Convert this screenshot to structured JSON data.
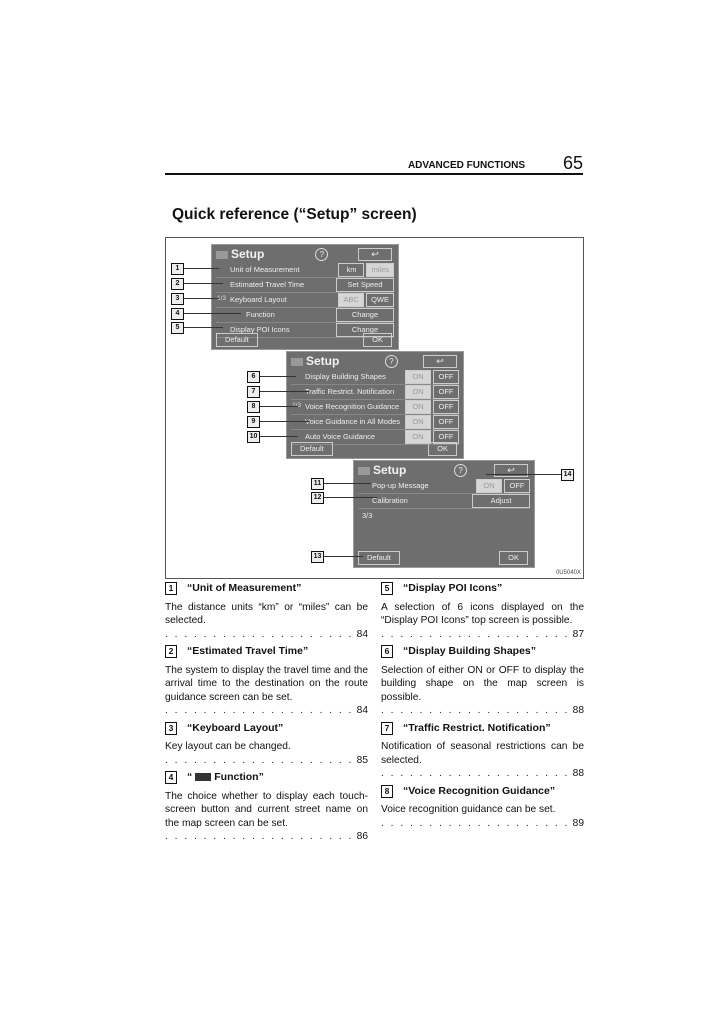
{
  "header": {
    "section": "ADVANCED FUNCTIONS",
    "page_number": "65"
  },
  "title": "Quick reference (“Setup” screen)",
  "figure": {
    "image_code": "0U5040X",
    "screens": [
      {
        "title": "Setup",
        "help": "?",
        "back": "↩",
        "rows": [
          {
            "label": "Unit of Measurement",
            "buttons": [
              {
                "t": "km",
                "sel": false
              },
              {
                "t": "miles",
                "sel": true
              }
            ]
          },
          {
            "label": "Estimated Travel Time",
            "buttons": [
              {
                "t": "Set Speed",
                "wide": true
              }
            ]
          },
          {
            "label": "Keyboard Layout",
            "buttons": [
              {
                "t": "ABC",
                "sel": true
              },
              {
                "t": "QWE"
              }
            ]
          },
          {
            "label": "Function",
            "buttons": [
              {
                "t": "Change",
                "wide": true
              }
            ]
          },
          {
            "label": "Display POI Icons",
            "buttons": [
              {
                "t": "Change",
                "wide": true
              }
            ]
          }
        ],
        "page": "1/3",
        "default": "Default",
        "ok": "OK"
      },
      {
        "title": "Setup",
        "help": "?",
        "back": "↩",
        "rows": [
          {
            "label": "Display Building Shapes",
            "buttons": [
              {
                "t": "ON",
                "sel": true
              },
              {
                "t": "OFF"
              }
            ]
          },
          {
            "label": "Traffic Restrict. Notification",
            "buttons": [
              {
                "t": "ON",
                "sel": true
              },
              {
                "t": "OFF"
              }
            ]
          },
          {
            "label": "Voice Recognition Guidance",
            "buttons": [
              {
                "t": "ON",
                "sel": true
              },
              {
                "t": "OFF"
              }
            ]
          },
          {
            "label": "Voice Guidance in All Modes",
            "buttons": [
              {
                "t": "ON",
                "sel": true
              },
              {
                "t": "OFF"
              }
            ]
          },
          {
            "label": "Auto Voice Guidance",
            "buttons": [
              {
                "t": "ON",
                "sel": true
              },
              {
                "t": "OFF"
              }
            ]
          }
        ],
        "page": "2/3",
        "default": "Default",
        "ok": "OK"
      },
      {
        "title": "Setup",
        "help": "?",
        "back": "↩",
        "rows": [
          {
            "label": "Pop-up Message",
            "buttons": [
              {
                "t": "ON",
                "sel": true
              },
              {
                "t": "OFF"
              }
            ]
          },
          {
            "label": "Calibration",
            "buttons": [
              {
                "t": "Adjust",
                "wide": true
              }
            ]
          }
        ],
        "page": "3/3",
        "default": "Default",
        "ok": "OK"
      }
    ],
    "callouts": [
      "1",
      "2",
      "3",
      "4",
      "5",
      "6",
      "7",
      "8",
      "9",
      "10",
      "11",
      "12",
      "13",
      "14"
    ]
  },
  "items_left": [
    {
      "num": "1",
      "title": "“Unit of Measurement”",
      "body": "The distance units “km” or “miles” can be selected.",
      "page": "84"
    },
    {
      "num": "2",
      "title": "“Estimated Travel Time”",
      "body": "The system to display the travel time and the arrival time to the destination on the route guidance screen can be set.",
      "page": "84"
    },
    {
      "num": "3",
      "title": "“Keyboard Layout”",
      "body": "Key layout can be changed.",
      "page": "85"
    },
    {
      "num": "4",
      "title": "Function”",
      "title_prefix": "“",
      "body": "The choice whether to display each touch-screen button and current street name on the map screen can be set.",
      "page": "86"
    }
  ],
  "items_right": [
    {
      "num": "5",
      "title": "“Display POI Icons”",
      "body": "A selection of 6 icons displayed on the “Display POI Icons” top screen is possible.",
      "page": "87"
    },
    {
      "num": "6",
      "title": "“Display Building Shapes”",
      "body": "Selection of either ON or OFF to display the building shape on the map screen is possible.",
      "page": "88"
    },
    {
      "num": "7",
      "title": "“Traffic Restrict. Notification”",
      "body": "Notification of seasonal restrictions can be selected.",
      "page": "88"
    },
    {
      "num": "8",
      "title": "“Voice Recognition Guidance”",
      "body": "Voice recognition guidance can be set.",
      "page": "89"
    }
  ]
}
